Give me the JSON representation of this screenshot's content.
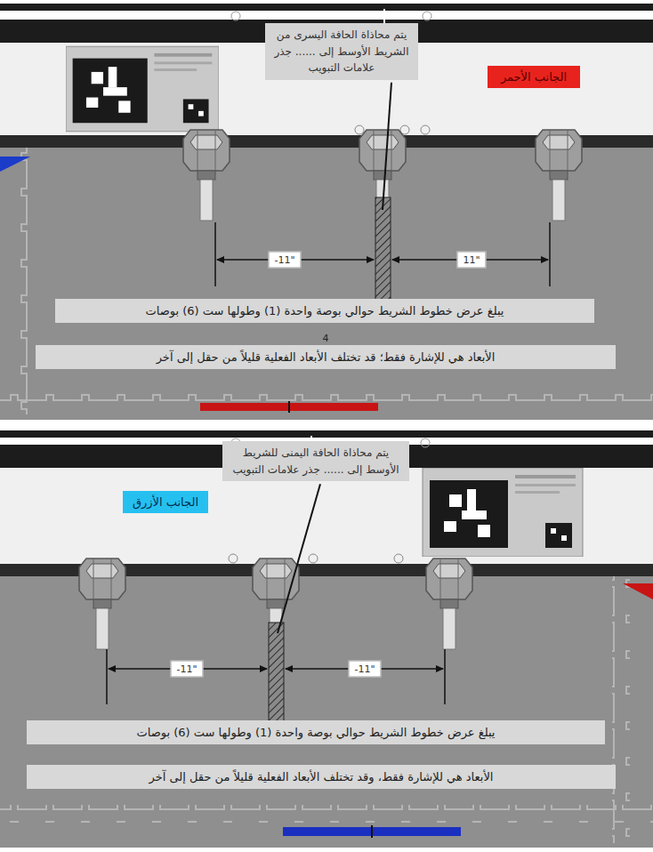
{
  "diagram": {
    "nodes": [
      {
        "text": [
          "يتم محاذاة الحافة اليسرى من الشريط الأوسط إلى ...... جذر علامات التبويب"
        ]
      },
      {
        "text": [
          "الجانب الأحمر"
        ]
      },
      {
        "text": [
          "يبلغ عرض خطوط الشريط حوالي بوصة واحدة (1) وطولها ست (6) بوصات"
        ]
      },
      {
        "text": [
          "الأبعاد هي للإشارة فقط؛ قد تختلف الأبعاد الفعلية قليلاً من حقل إلى آخر"
        ]
      },
      {
        "text": [
          "يتم محاذاة الحافة اليمنى للشريط الأوسط إلى ...... جذر علامات التبويب"
        ]
      },
      {
        "text": [
          "الجانب الأزرق"
        ]
      },
      {
        "text": [
          "يبلغ عرض خطوط الشريط حوالي بوصة واحدة (1) وطولها ست (6) بوصات"
        ]
      },
      {
        "text": [
          "الأبعاد هي للإشارة فقط، وقد تختلف الأبعاد الفعلية قليلاً من حقل إلى آخر"
        ]
      }
    ],
    "labels": [
      "-11\"",
      "11\"",
      "4",
      "-11\"",
      "-11\""
    ]
  }
}
